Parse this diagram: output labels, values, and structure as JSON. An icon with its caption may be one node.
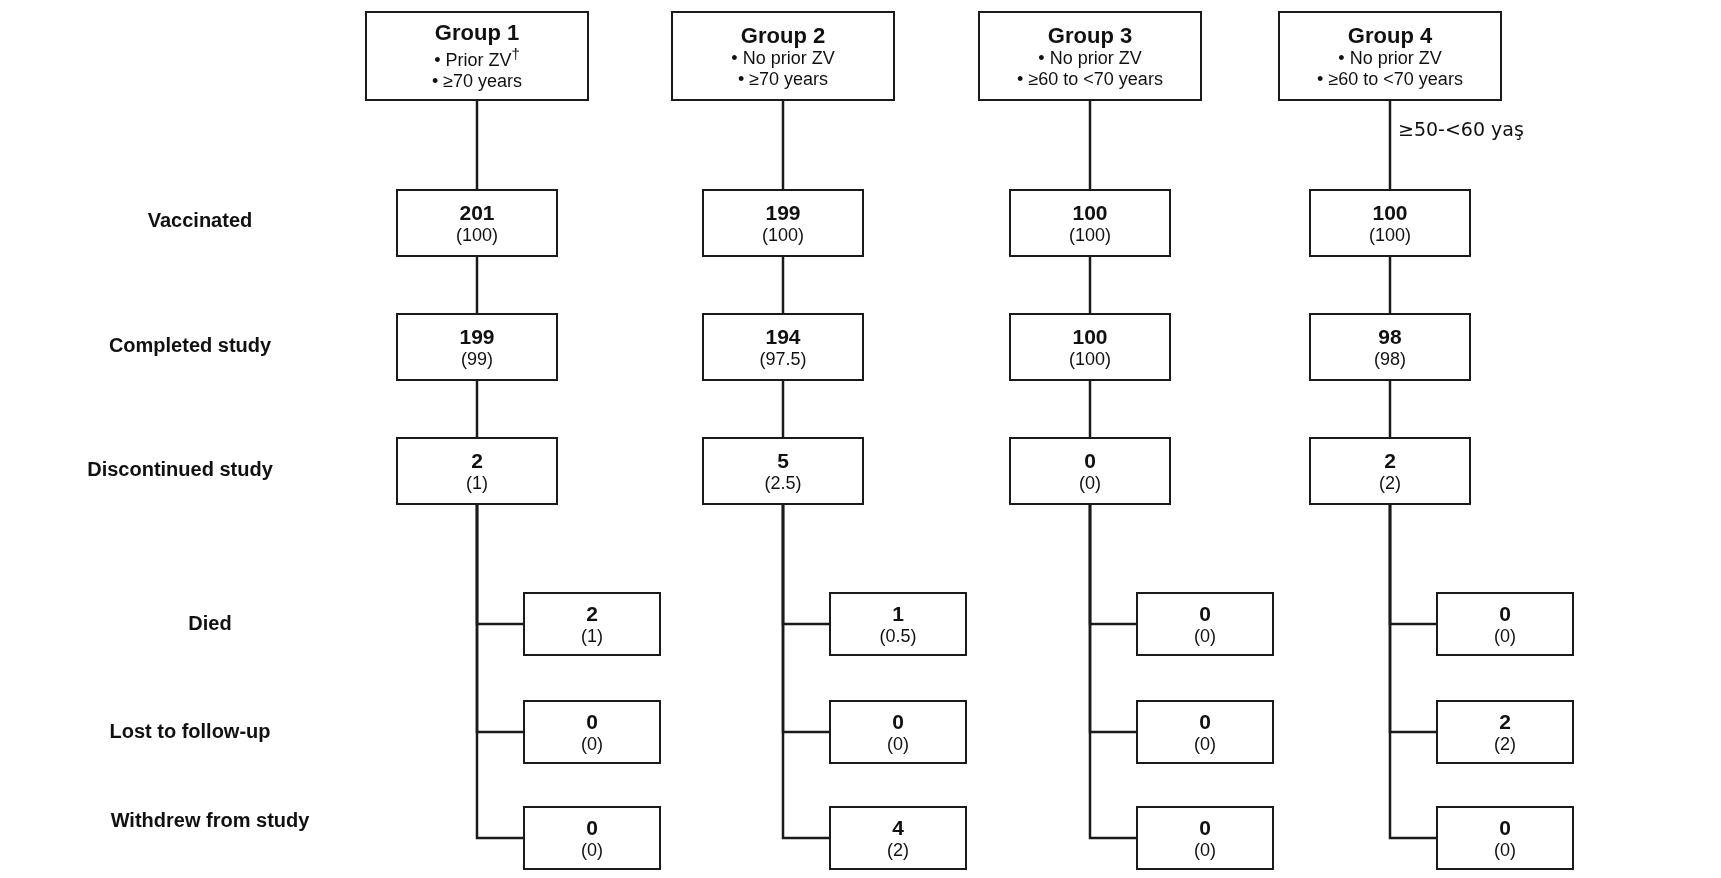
{
  "diagram": {
    "nodes": [
      {
        "text": [
          "Group 1",
          "• Prior ZV$^{†}$",
          "• ≥70 years"
        ]
      },
      {
        "text": [
          "201",
          "(100)"
        ]
      },
      {
        "text": [
          "199",
          "(99)"
        ]
      },
      {
        "text": [
          "2",
          "(1)"
        ]
      },
      {
        "text": [
          "2",
          "(1)"
        ]
      },
      {
        "text": [
          "0",
          "(0)"
        ]
      },
      {
        "text": [
          "0",
          "(0)"
        ]
      },
      {
        "text": [
          "Group 2",
          "• No prior ZV",
          "• ≥70 years"
        ]
      },
      {
        "text": [
          "199",
          "(100)"
        ]
      },
      {
        "text": [
          "194",
          "(97.5)"
        ]
      },
      {
        "text": [
          "5",
          "(2.5)"
        ]
      },
      {
        "text": [
          "1",
          "(0.5)"
        ]
      },
      {
        "text": [
          "0",
          "(0)"
        ]
      },
      {
        "text": [
          "4",
          "(2)"
        ]
      },
      {
        "text": [
          "Group 3",
          "• No prior ZV",
          "• ≥60 to <70 years"
        ]
      },
      {
        "text": [
          "100",
          "(100)"
        ]
      },
      {
        "text": [
          "100",
          "(100)"
        ]
      },
      {
        "text": [
          "0",
          "(0)"
        ]
      },
      {
        "text": [
          "0",
          "(0)"
        ]
      },
      {
        "text": [
          "0",
          "(0)"
        ]
      },
      {
        "text": [
          "0",
          "(0)"
        ]
      },
      {
        "text": [
          "Group 4",
          "• No prior ZV",
          "• ≥60 to <70 years"
        ]
      },
      {
        "text": [
          "100",
          "(100)"
        ]
      },
      {
        "text": [
          "98",
          "(98)"
        ]
      },
      {
        "text": [
          "2",
          "(2)"
        ]
      },
      {
        "text": [
          "0",
          "(0)"
        ]
      },
      {
        "text": [
          "2",
          "(2)"
        ]
      },
      {
        "text": [
          "0",
          "(0)"
        ]
      }
    ],
    "edges": [
      {
        "from": 0,
        "to": 1,
        "arrow": "none"
      },
      {
        "from": 1,
        "to": 2,
        "arrow": "none"
      },
      {
        "from": 2,
        "to": 3,
        "arrow": "none"
      },
      {
        "from": 3,
        "to": 4,
        "arrow": "none"
      },
      {
        "from": 3,
        "to": 5,
        "arrow": "none"
      },
      {
        "from": 3,
        "to": 6,
        "arrow": "none"
      },
      {
        "from": 7,
        "to": 8,
        "arrow": "none"
      },
      {
        "from": 8,
        "to": 9,
        "arrow": "none"
      },
      {
        "from": 9,
        "to": 10,
        "arrow": "none"
      },
      {
        "from": 10,
        "to": 11,
        "arrow": "none"
      },
      {
        "from": 10,
        "to": 12,
        "arrow": "none"
      },
      {
        "from": 10,
        "to": 13,
        "arrow": "none"
      },
      {
        "from": 14,
        "to": 15,
        "arrow": "none"
      },
      {
        "from": 15,
        "to": 16,
        "arrow": "none"
      },
      {
        "from": 16,
        "to": 17,
        "arrow": "none"
      },
      {
        "from": 17,
        "to": 18,
        "arrow": "none"
      },
      {
        "from": 17,
        "to": 19,
        "arrow": "none"
      },
      {
        "from": 17,
        "to": 20,
        "arrow": "none"
      },
      {
        "from": 21,
        "to": 22,
        "arrow": "none"
      },
      {
        "from": 22,
        "to": 23,
        "arrow": "none"
      },
      {
        "from": 23,
        "to": 24,
        "arrow": "none"
      },
      {
        "from": 24,
        "to": 25,
        "arrow": "none"
      },
      {
        "from": 24,
        "to": 26,
        "arrow": "none"
      },
      {
        "from": 24,
        "to": 27,
        "arrow": "none"
      }
    ],
    "labels": [
      "Vaccinated",
      "Completed study",
      "Discontinued study",
      "Died",
      "Lost to follow-up",
      "Withdrew from study",
      "≥50-<60 yaş"
    ]
  }
}
